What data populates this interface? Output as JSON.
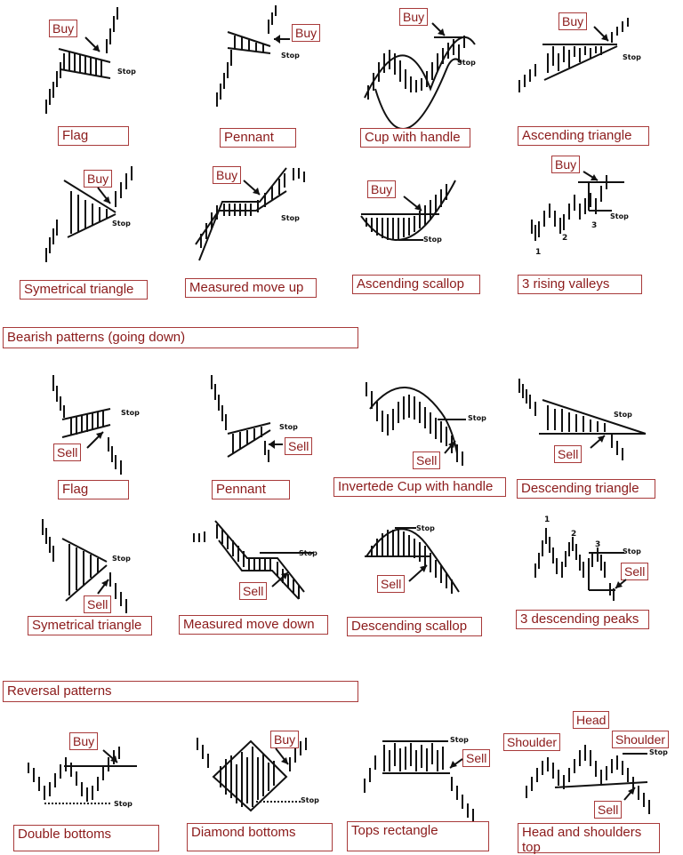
{
  "sections": {
    "bearish": "Bearish patterns (going down)",
    "reversal": "Reversal patterns"
  },
  "signals": {
    "buy": "Buy",
    "sell": "Sell",
    "stop": "Stop",
    "head": "Head",
    "shoulder": "Shoulder"
  },
  "bullish_patterns": [
    "Flag",
    "Pennant",
    "Cup with handle",
    "Ascending triangle",
    "Symetrical triangle",
    "Measured move up",
    "Ascending scallop",
    "3 rising valleys"
  ],
  "bearish_patterns": [
    "Flag",
    "Pennant",
    "Invertede Cup with handle",
    "Descending triangle",
    "Symetrical triangle",
    "Measured move down",
    "Descending scallop",
    "3 descending peaks"
  ],
  "reversal_patterns": [
    "Double bottoms",
    "Diamond bottoms",
    "Tops rectangle",
    "Head and shoulders top"
  ],
  "numbers": {
    "one": "1",
    "two": "2",
    "three": "3"
  }
}
